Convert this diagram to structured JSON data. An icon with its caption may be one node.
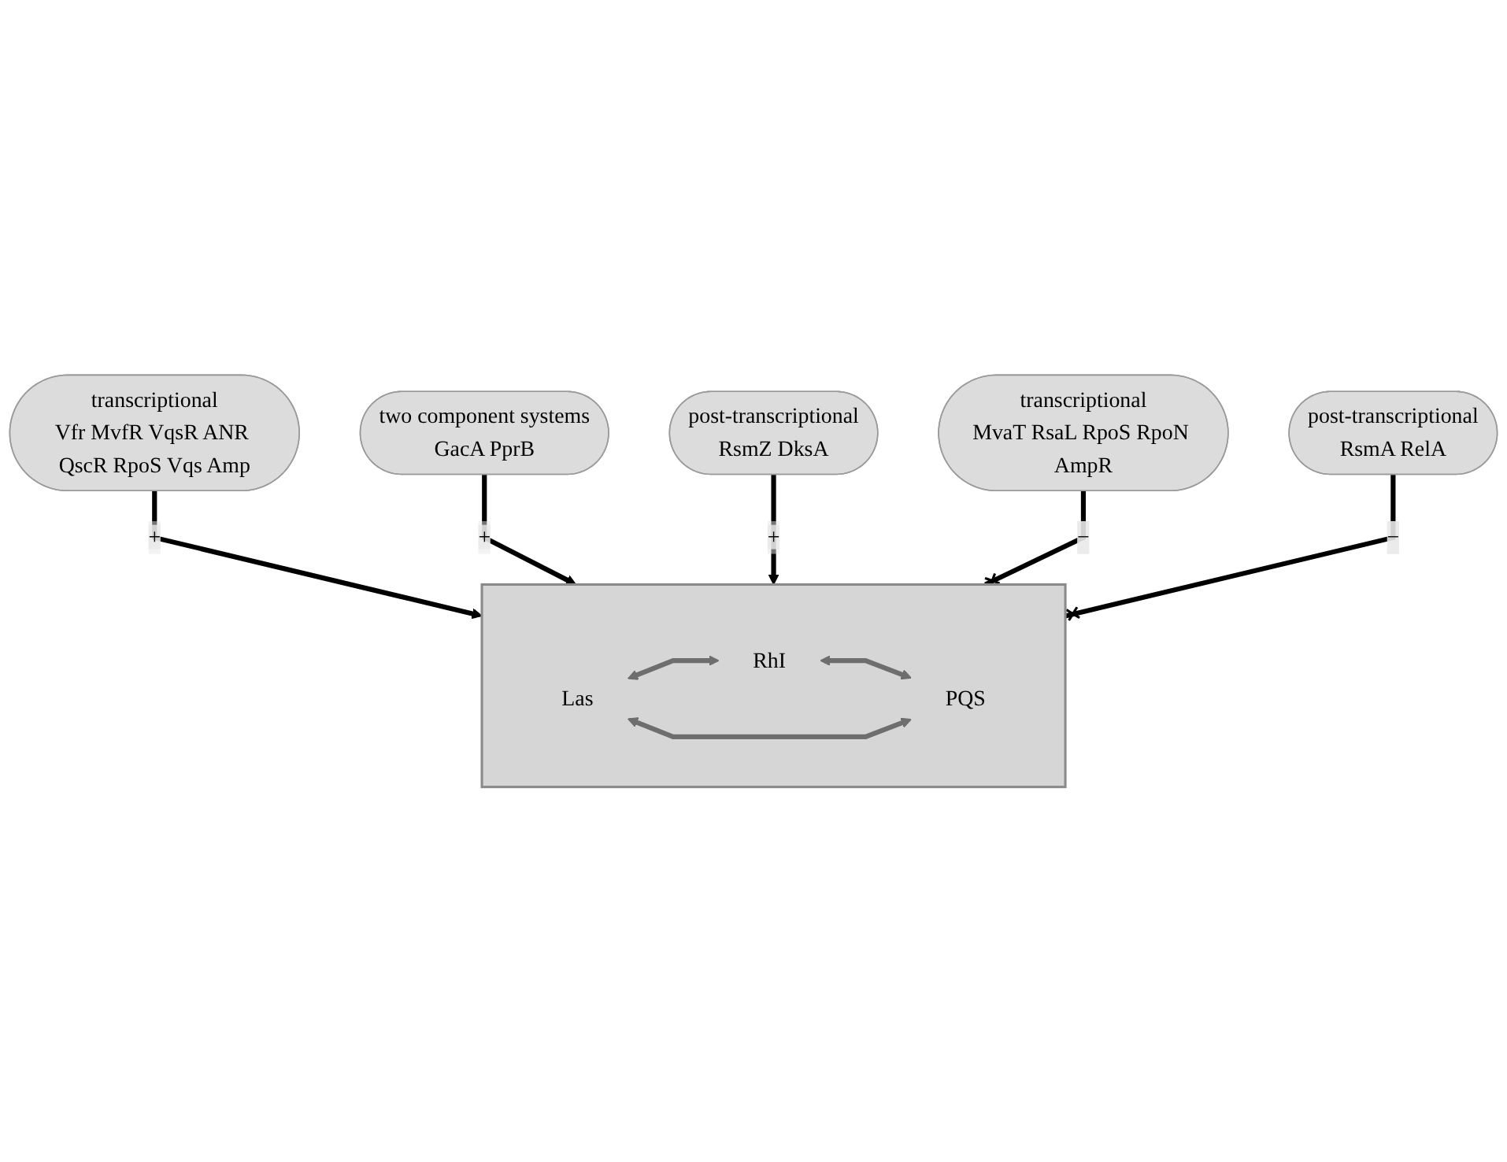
{
  "diagram": {
    "nodes": [
      {
        "text": [
          "transcriptional",
          "Vfr MvfR VqsR ANR QscR RpoS Vqs Amp"
        ]
      },
      {
        "text": [
          "two component systems",
          "GacA PprB"
        ]
      },
      {
        "text": [
          "post-transcriptional",
          "RsmZ DksA"
        ]
      },
      {
        "text": [],
        "shape": "box"
      },
      {
        "text": [
          "RhI"
        ],
        "in": 3
      },
      {
        "text": [
          "Las"
        ],
        "in": 3
      },
      {
        "text": [
          "PQS"
        ],
        "in": 3
      },
      {
        "text": [
          "transcriptional",
          "MvaT RsaL RpoS RpoN AmpR"
        ]
      },
      {
        "text": [
          "post-transcriptional",
          "RsmA RelA"
        ]
      }
    ],
    "edges": [
      {
        "from": 0,
        "to": 3,
        "arrow": "to",
        "label": "+"
      },
      {
        "from": 1,
        "to": 3,
        "arrow": "to",
        "label": "+"
      },
      {
        "from": 2,
        "to": 3,
        "arrow": "to",
        "label": "+"
      },
      {
        "from": 5,
        "to": 4,
        "arrow": "both",
        "color": "#6e6e6e"
      },
      {
        "from": 4,
        "to": 6,
        "arrow": "both",
        "color": "#6e6e6e"
      },
      {
        "from": 5,
        "to": 6,
        "arrow": "both",
        "color": "#6e6e6e"
      },
      {
        "from": 7,
        "to": 3,
        "arrow": "other",
        "label": "−"
      },
      {
        "from": 8,
        "to": 3,
        "arrow": "other",
        "label": "−"
      }
    ]
  }
}
